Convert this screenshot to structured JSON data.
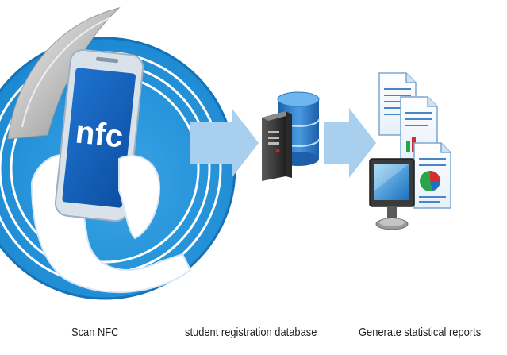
{
  "steps": [
    {
      "label": "Scan NFC",
      "icon": "nfc-sticker-icon"
    },
    {
      "label": "student registration database",
      "icon": "server-database-icon"
    },
    {
      "label": "Generate statistical reports",
      "icon": "reports-monitor-icon"
    }
  ],
  "nfc_sticker": {
    "text": "nfc"
  },
  "colors": {
    "nfc_blue": "#1f8fd6",
    "phone_blue": "#1565c0",
    "arrow": "#a9cfee",
    "database": "#2b78c4",
    "caption": "#222222"
  }
}
